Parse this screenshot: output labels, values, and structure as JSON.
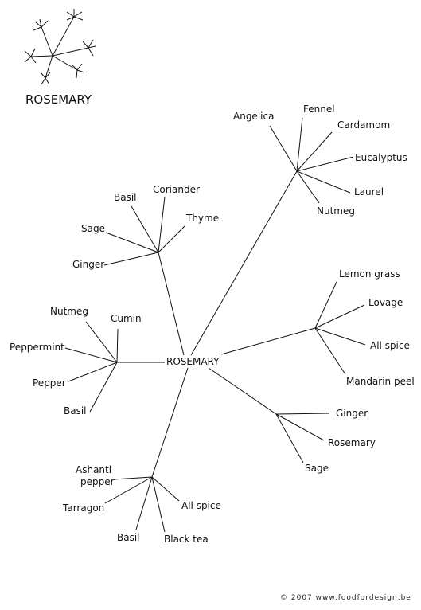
{
  "logo": {
    "title": "ROSEMARY",
    "icon": "herb-sprig-icon"
  },
  "center": "ROSEMARY",
  "groups": {
    "top_right": [
      "Angelica",
      "Fennel",
      "Cardamom",
      "Eucalyptus",
      "Laurel",
      "Nutmeg"
    ],
    "top_left": [
      "Basil",
      "Coriander",
      "Thyme",
      "Sage",
      "Ginger"
    ],
    "left": [
      "Nutmeg",
      "Cumin",
      "Peppermint",
      "Pepper",
      "Basil"
    ],
    "right": [
      "Lemon grass",
      "Lovage",
      "All spice",
      "Mandarin peel"
    ],
    "bottom_right": [
      "Ginger",
      "Rosemary",
      "Sage"
    ],
    "bottom": [
      "Ashanti",
      "pepper",
      "Tarragon",
      "Basil",
      "Black tea",
      "All spice"
    ]
  },
  "credit": "© 2007 www.foodfordesign.be"
}
